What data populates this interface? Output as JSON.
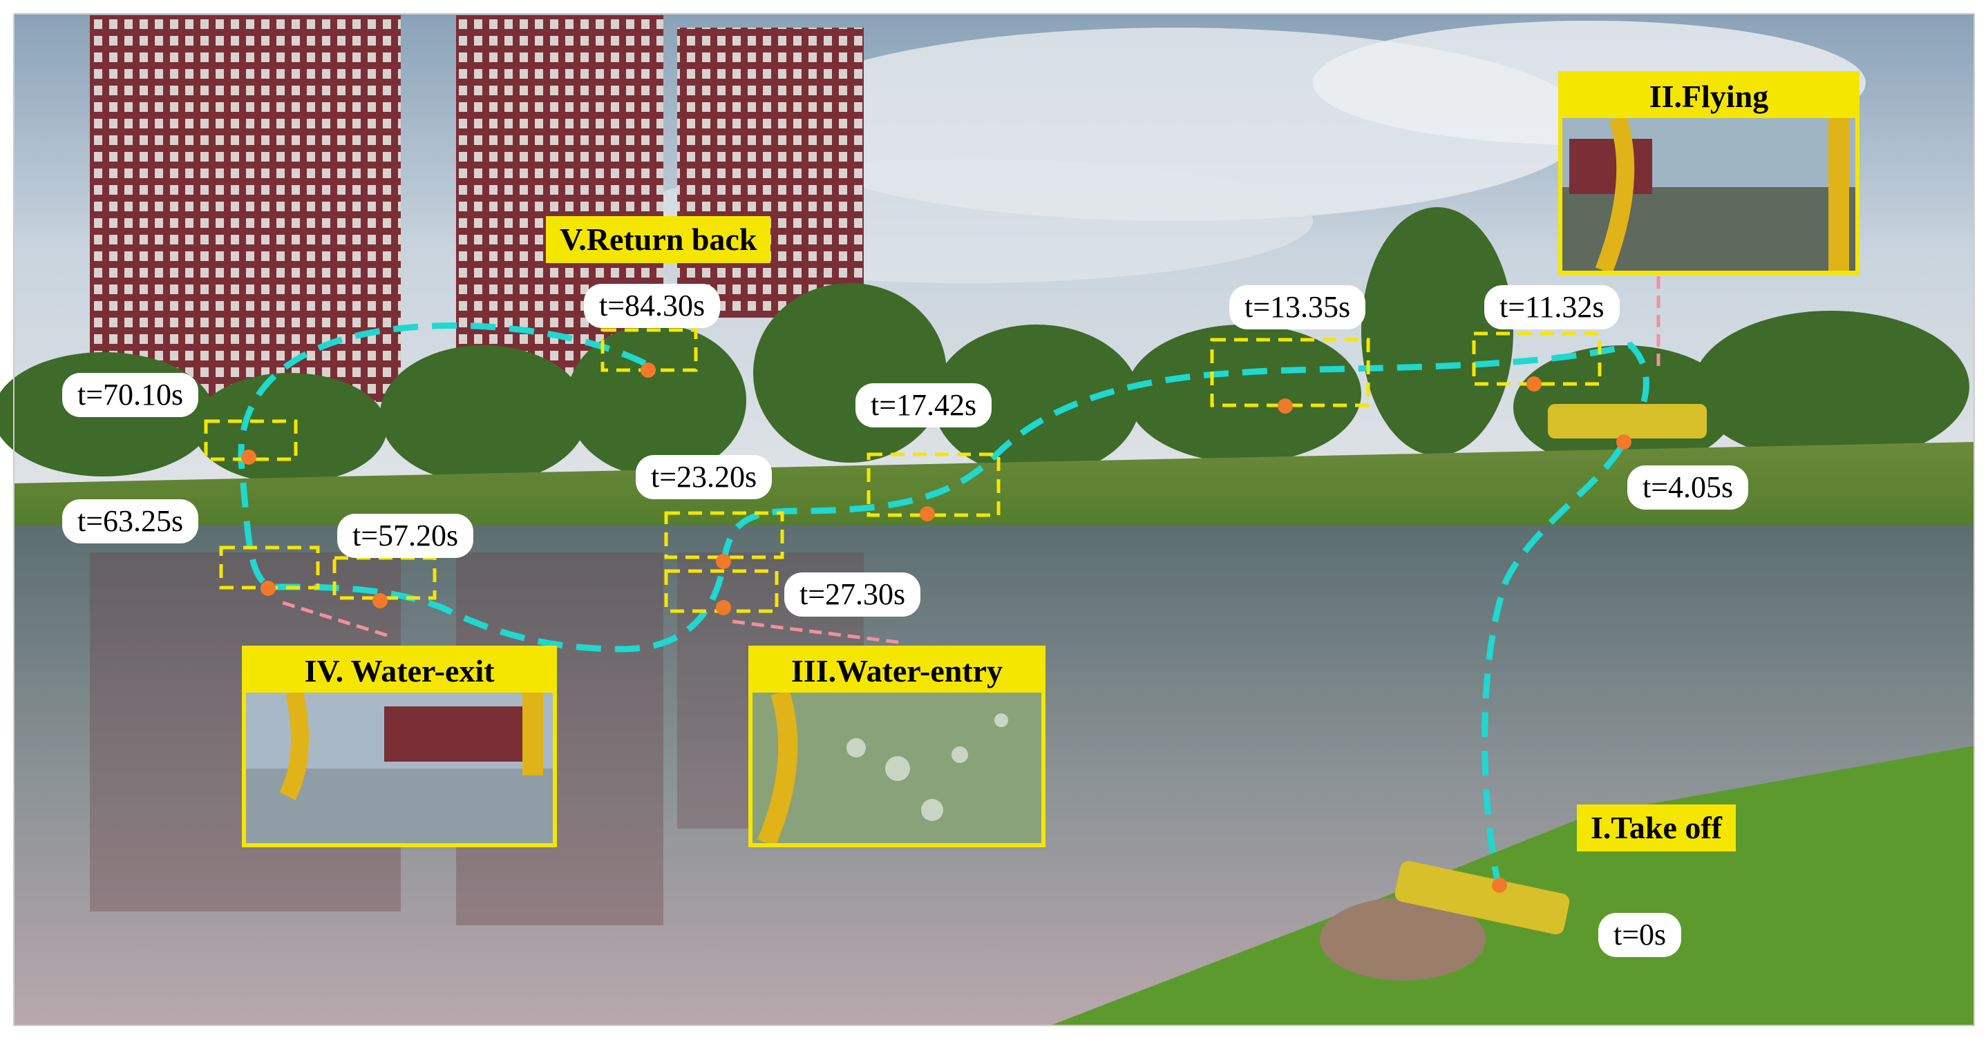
{
  "stages": {
    "takeoff": {
      "title": "I.Take off"
    },
    "flying": {
      "title": "II.Flying"
    },
    "water_entry": {
      "title": "III.Water-entry"
    },
    "water_exit": {
      "title": "IV. Water-exit"
    },
    "return_back": {
      "title": "V.Return back"
    }
  },
  "timestamps": [
    {
      "id": "t0",
      "label": "t=0s"
    },
    {
      "id": "t4",
      "label": "t=4.05s"
    },
    {
      "id": "t11",
      "label": "t=11.32s"
    },
    {
      "id": "t13",
      "label": "t=13.35s"
    },
    {
      "id": "t17",
      "label": "t=17.42s"
    },
    {
      "id": "t23",
      "label": "t=23.20s"
    },
    {
      "id": "t27",
      "label": "t=27.30s"
    },
    {
      "id": "t57",
      "label": "t=57.20s"
    },
    {
      "id": "t63",
      "label": "t=63.25s"
    },
    {
      "id": "t70",
      "label": "t=70.10s"
    },
    {
      "id": "t84",
      "label": "t=84.30s"
    }
  ],
  "colors": {
    "trajectory": "#1fd8d0",
    "marker": "#f07a2a",
    "highlight_box": "#f5e600",
    "label_fill": "#ffffff",
    "pink_arrow": "#f08fa0"
  }
}
